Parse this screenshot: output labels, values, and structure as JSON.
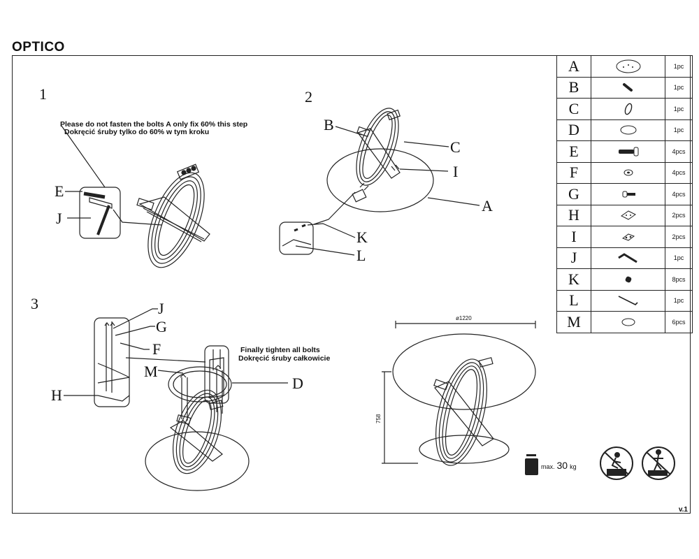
{
  "title": "OPTICO",
  "version": "v.1",
  "steps": [
    "1",
    "2",
    "3"
  ],
  "notes": {
    "step1_en": "Please do not fasten the bolts A only fix 60% this step",
    "step1_pl": "Dokręcić śruby tylko do 60% w tym kroku",
    "step3_en": "Finally tighten all bolts",
    "step3_pl": "Dokręcić śruby całkowicie"
  },
  "callouts": {
    "step1": [
      "E",
      "J"
    ],
    "step2": [
      "B",
      "C",
      "I",
      "A",
      "K",
      "L"
    ],
    "step3": [
      "J",
      "G",
      "F",
      "M",
      "D",
      "H"
    ]
  },
  "parts": [
    {
      "letter": "A",
      "icon": "glass-top-icon",
      "qty": "1pc"
    },
    {
      "letter": "B",
      "icon": "small-pin-icon",
      "qty": "1pc"
    },
    {
      "letter": "C",
      "icon": "ring-frame-icon",
      "qty": "1pc"
    },
    {
      "letter": "D",
      "icon": "round-plate-icon",
      "qty": "1pc"
    },
    {
      "letter": "E",
      "icon": "long-bolt-icon",
      "qty": "4pcs"
    },
    {
      "letter": "F",
      "icon": "washer-icon",
      "qty": "4pcs"
    },
    {
      "letter": "G",
      "icon": "short-bolt-icon",
      "qty": "4pcs"
    },
    {
      "letter": "H",
      "icon": "mounting-plate-icon",
      "qty": "2pcs"
    },
    {
      "letter": "I",
      "icon": "small-plate-icon",
      "qty": "2pcs"
    },
    {
      "letter": "J",
      "icon": "allen-key-icon",
      "qty": "1pc"
    },
    {
      "letter": "K",
      "icon": "nut-icon",
      "qty": "8pcs"
    },
    {
      "letter": "L",
      "icon": "long-key-icon",
      "qty": "1pc"
    },
    {
      "letter": "M",
      "icon": "pad-icon",
      "qty": "6pcs"
    }
  ],
  "dimensions": {
    "diameter": "ø1220",
    "height": "758"
  },
  "max_load": {
    "prefix": "max.",
    "value": "30",
    "unit": "kg"
  },
  "warnings": [
    "no-climbing-icon",
    "no-standing-icon"
  ]
}
